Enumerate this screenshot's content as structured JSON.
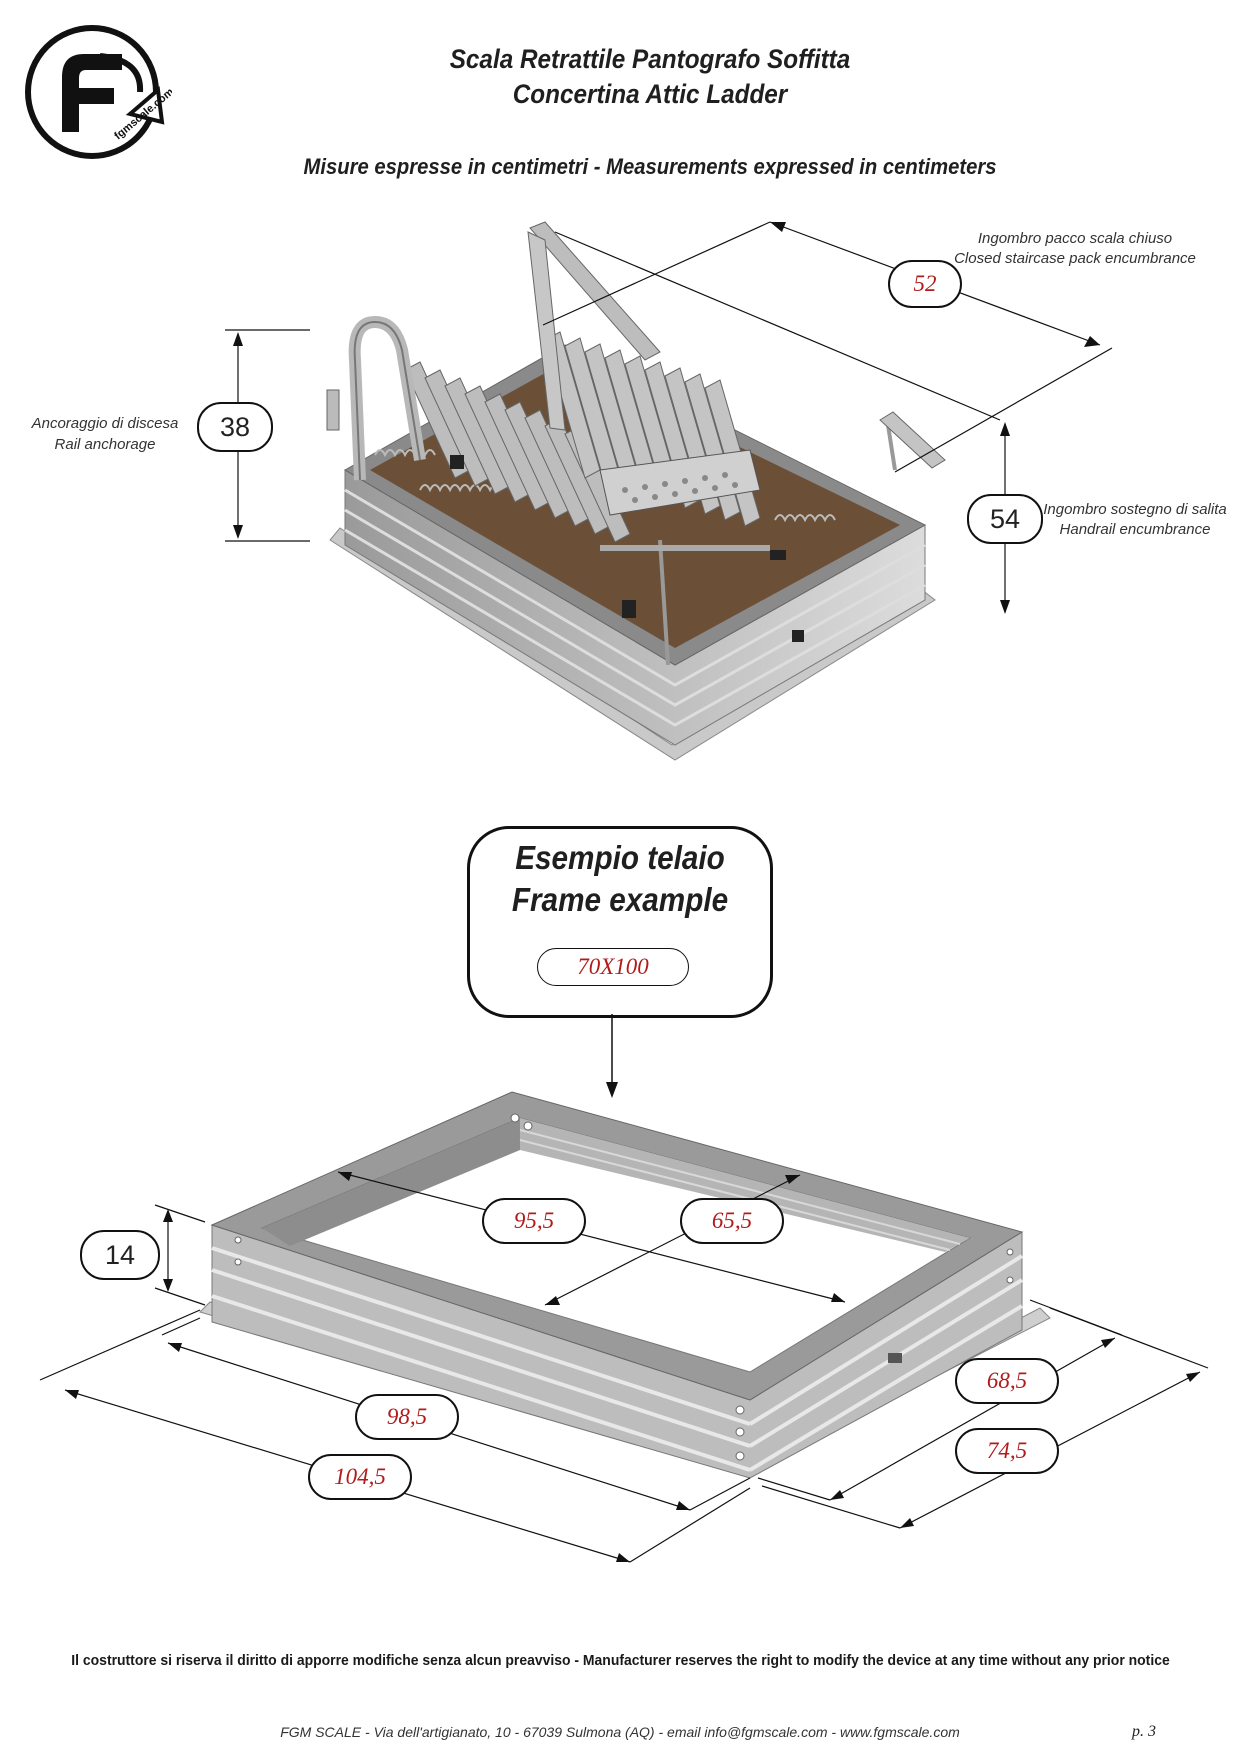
{
  "logo": {
    "letters": "FGM",
    "url_text": "fgmscale.com"
  },
  "header": {
    "title_line1": "Scala Retrattile Pantografo  Soffitta",
    "title_line2": "Concertina  Attic Ladder",
    "subtitle": "Misure espresse in centimetri - Measurements expressed in centimeters"
  },
  "ladder_figure": {
    "dim_pack": {
      "value": "52",
      "label_it": "Ingombro pacco scala chiuso",
      "label_en": "Closed staircase pack encumbrance"
    },
    "dim_rail": {
      "value": "38",
      "label_it": "Ancoraggio di discesa",
      "label_en": "Rail anchorage"
    },
    "dim_handrail": {
      "value": "54",
      "label_it": "Ingombro sostegno di salita",
      "label_en": "Handrail encumbrance"
    }
  },
  "frame_example": {
    "title_it": "Esempio telaio",
    "title_en": "Frame example",
    "size": "70X100"
  },
  "frame_figure": {
    "height": "14",
    "inner_length": "95,5",
    "inner_width": "65,5",
    "outer_length": "98,5",
    "flange_length": "104,5",
    "outer_width": "68,5",
    "flange_width": "74,5"
  },
  "disclaimer": "Il costruttore si riserva il diritto di apporre modifiche senza alcun preavviso  - Manufacturer reserves the right to modify the device at any time without any prior notice",
  "footer": {
    "address": "FGM SCALE - Via dell'artigianato, 10 - 67039 Sulmona (AQ) - email info@fgmscale.com  -  www.fgmscale.com",
    "page": "p.  3"
  },
  "colors": {
    "ink": "#111111",
    "dimension_red": "#b01c1c",
    "metal_light": "#d6d6d6",
    "metal_dark": "#7d7d7d",
    "wood": "#6b4f37"
  }
}
